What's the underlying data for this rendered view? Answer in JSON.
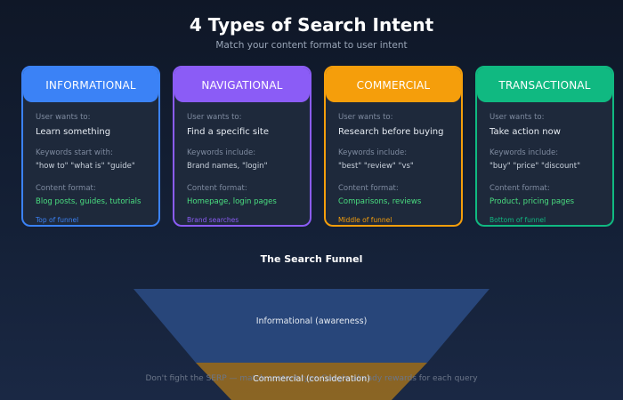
{
  "header": {
    "title": "4 Types of Search Intent",
    "subtitle": "Match your content format to user intent"
  },
  "cards": [
    {
      "name": "INFORMATIONAL",
      "color": "#3b82f6",
      "wants_label": "User wants to:",
      "wants": "Learn something",
      "keywords_label": "Keywords start with:",
      "keywords": "\"how to\" \"what is\" \"guide\"",
      "format_label": "Content format:",
      "format": "Blog posts, guides, tutorials",
      "tag": "Top of funnel"
    },
    {
      "name": "NAVIGATIONAL",
      "color": "#8b5cf6",
      "wants_label": "User wants to:",
      "wants": "Find a specific site",
      "keywords_label": "Keywords include:",
      "keywords": "Brand names, \"login\"",
      "format_label": "Content format:",
      "format": "Homepage, login pages",
      "tag": "Brand searches"
    },
    {
      "name": "COMMERCIAL",
      "color": "#f59e0b",
      "wants_label": "User wants to:",
      "wants": "Research before buying",
      "keywords_label": "Keywords include:",
      "keywords": "\"best\" \"review\" \"vs\"",
      "format_label": "Content format:",
      "format": "Comparisons, reviews",
      "tag": "Middle of funnel"
    },
    {
      "name": "TRANSACTIONAL",
      "color": "#10b981",
      "wants_label": "User wants to:",
      "wants": "Take action now",
      "keywords_label": "Keywords include:",
      "keywords": "\"buy\" \"price\" \"discount\"",
      "format_label": "Content format:",
      "format": "Product, pricing pages",
      "tag": "Bottom of funnel"
    }
  ],
  "funnel": {
    "title": "The Search Funnel",
    "stages": [
      {
        "label": "Informational (awareness)",
        "color": "#2b4c85"
      },
      {
        "label": "Commercial (consideration)",
        "color": "#b07a1a"
      }
    ]
  },
  "footer": "Don't fight the SERP — match content type Google already rewards for each query"
}
